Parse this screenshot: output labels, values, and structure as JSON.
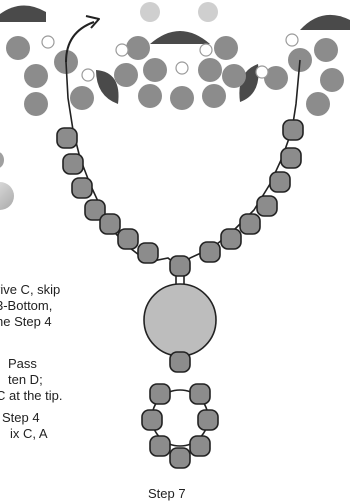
{
  "caption": "Step 7",
  "instruction_fragments": [
    "rive C, skip",
    "3-Bottom,",
    "he Step 4",
    "Pass",
    "ten D;",
    "C at the tip.",
    "Step 4",
    "ix C, A"
  ],
  "colors": {
    "dark_bead": "#4a4a4a",
    "mid_bead": "#8c8c8c",
    "light_bead": "#c8c8c8",
    "large_bead": "#bdbdbd",
    "outline": "#222222",
    "thread": "#222222"
  },
  "icons": {
    "arrow": "curved-arrow-icon"
  }
}
